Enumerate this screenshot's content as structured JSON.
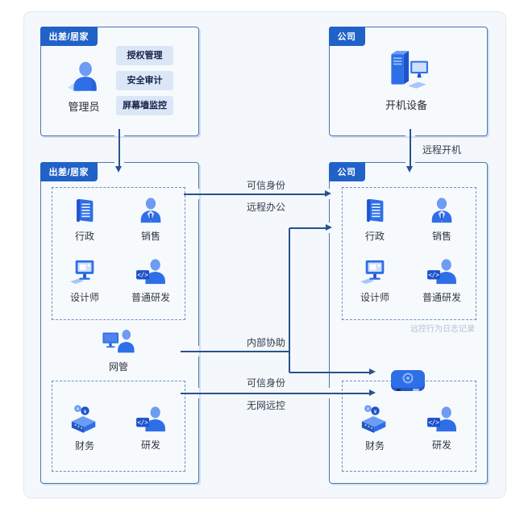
{
  "colors": {
    "badge_blue": "#2062c8",
    "box_border": "#4a77ae",
    "connector_line": "#29528f",
    "icon_blue": "#2e6fe8",
    "panel_bg": "#f4f8fc"
  },
  "top_left_box": {
    "badge": "出差/居家",
    "admin": {
      "icon": "admin-person-icon",
      "label": "管理员"
    },
    "buttons": [
      "授权管理",
      "安全审计",
      "屏幕墙监控"
    ]
  },
  "top_right_box": {
    "badge": "公司",
    "device": {
      "icon": "desktop-computer-icon",
      "label": "开机设备"
    }
  },
  "remote_box": {
    "badge": "出差/居家",
    "roles_group1": [
      {
        "icon": "document-icon",
        "label": "行政"
      },
      {
        "icon": "salesperson-icon",
        "label": "销售"
      },
      {
        "icon": "designer-monitor-icon",
        "label": "设计师"
      },
      {
        "icon": "developer-person-icon",
        "label": "普通研发"
      }
    ],
    "network_admin": {
      "icon": "network-admin-icon",
      "label": "网管"
    },
    "roles_group2": [
      {
        "icon": "finance-icon",
        "label": "财务"
      },
      {
        "icon": "developer-person-icon",
        "label": "研发"
      }
    ]
  },
  "company_box": {
    "badge": "公司",
    "roles_group1": [
      {
        "icon": "document-icon",
        "label": "行政"
      },
      {
        "icon": "salesperson-icon",
        "label": "销售"
      },
      {
        "icon": "designer-monitor-icon",
        "label": "设计师"
      },
      {
        "icon": "developer-person-icon",
        "label": "普通研发"
      }
    ],
    "log_note": "远控行为日志记录",
    "gateway_device": {
      "icon": "mini-pc-icon"
    },
    "roles_group2": [
      {
        "icon": "finance-icon",
        "label": "财务"
      },
      {
        "icon": "developer-person-icon",
        "label": "研发"
      }
    ]
  },
  "connectors": {
    "remote_boot": "远程开机",
    "trusted_identity_top": "可信身份",
    "remote_office": "远程办公",
    "internal_assist": "内部协助",
    "trusted_identity_bottom": "可信身份",
    "offline_remote_control": "无网远控"
  }
}
